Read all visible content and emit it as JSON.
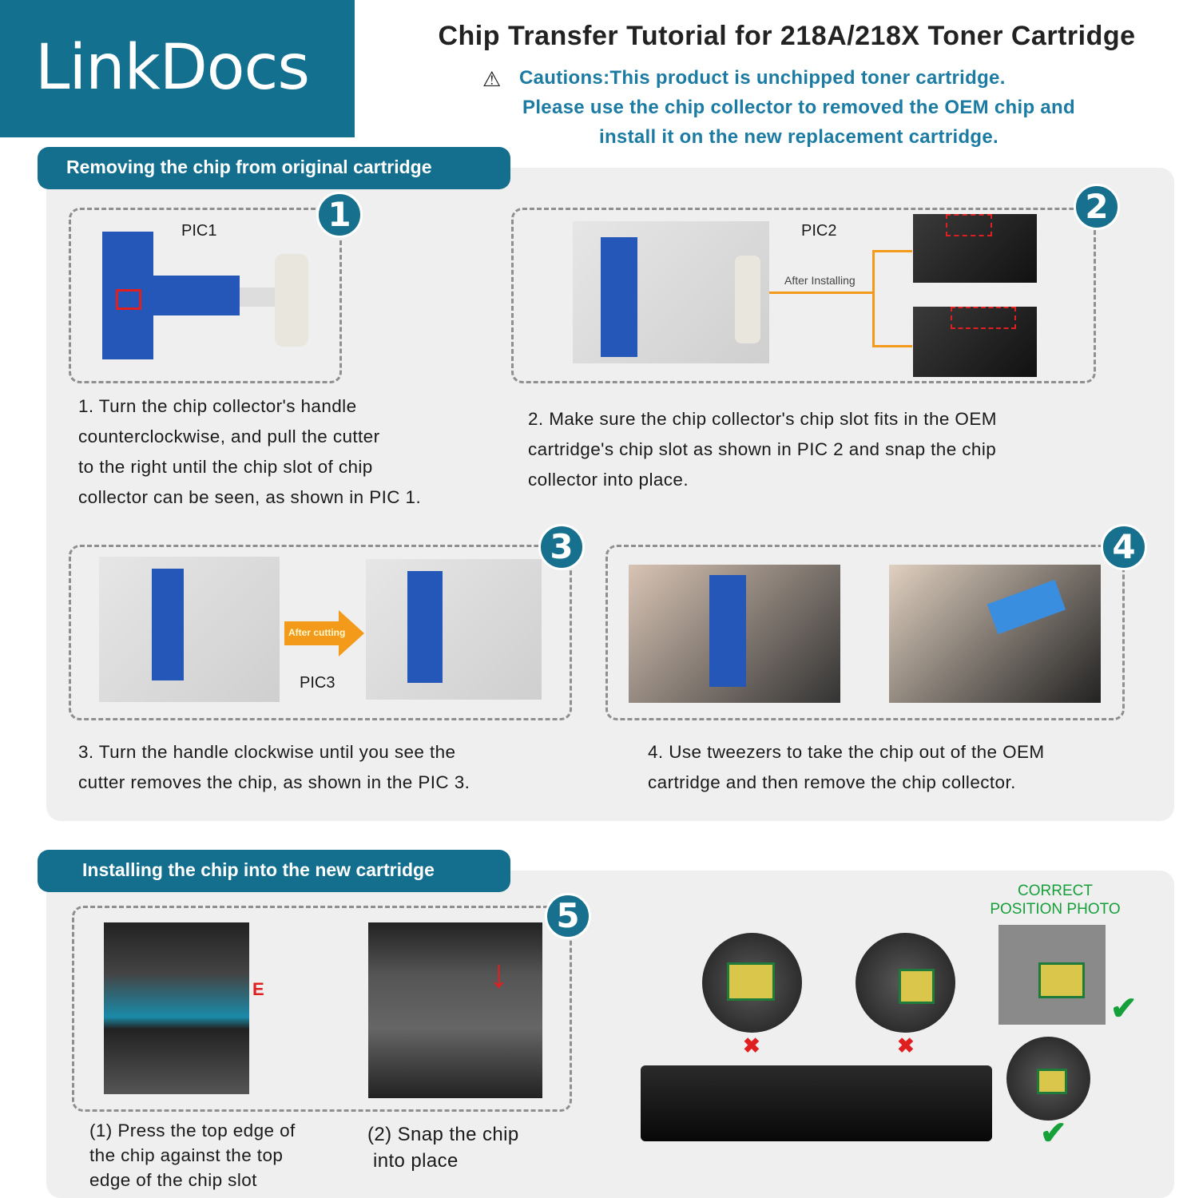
{
  "brand": {
    "logo": "LinkDocs"
  },
  "header": {
    "title": "Chip Transfer Tutorial for 218A/218X Toner Cartridge",
    "caution_lines": [
      "Cautions:This product is unchipped toner cartridge.",
      "Please use the chip collector to removed the OEM chip and",
      "install it on the new replacement cartridge."
    ]
  },
  "section1": {
    "title": "Removing the chip from original cartridge",
    "steps": [
      {
        "number": "1",
        "pic_label": "PIC1",
        "text_lines": [
          "1. Turn the chip collector's handle",
          "counterclockwise, and pull the cutter",
          "to the right until the chip slot of chip",
          "collector can be seen, as shown in PIC 1."
        ]
      },
      {
        "number": "2",
        "pic_label": "PIC2",
        "annotation": "After Installing",
        "text_lines": [
          "2. Make sure the chip collector's chip slot fits in the OEM",
          "cartridge's chip slot as shown in PIC 2 and snap the chip",
          "collector into place."
        ]
      },
      {
        "number": "3",
        "pic_label": "PIC3",
        "annotation": "After cutting",
        "text_lines": [
          "3. Turn the handle clockwise until you see the",
          "cutter removes the chip, as shown in the PIC 3."
        ]
      },
      {
        "number": "4",
        "text_lines": [
          "4. Use tweezers to take the chip out of the OEM",
          "cartridge and then remove the chip collector."
        ]
      }
    ]
  },
  "section2": {
    "title": "Installing the chip into the new cartridge",
    "step_number": "5",
    "marker_letter": "E",
    "substeps": [
      {
        "text_lines": [
          "(1) Press the top edge of",
          "the chip against the top",
          "edge of the chip slot"
        ]
      },
      {
        "text_lines": [
          "(2) Snap the chip",
          "into place"
        ]
      }
    ],
    "correct_label": [
      "CORRECT",
      "POSITION PHOTO"
    ]
  },
  "colors": {
    "brand": "#13708f",
    "caution": "#1c7ba3",
    "correct": "#16a03a",
    "wrong": "#e02020",
    "arrow": "#f39a1a"
  }
}
